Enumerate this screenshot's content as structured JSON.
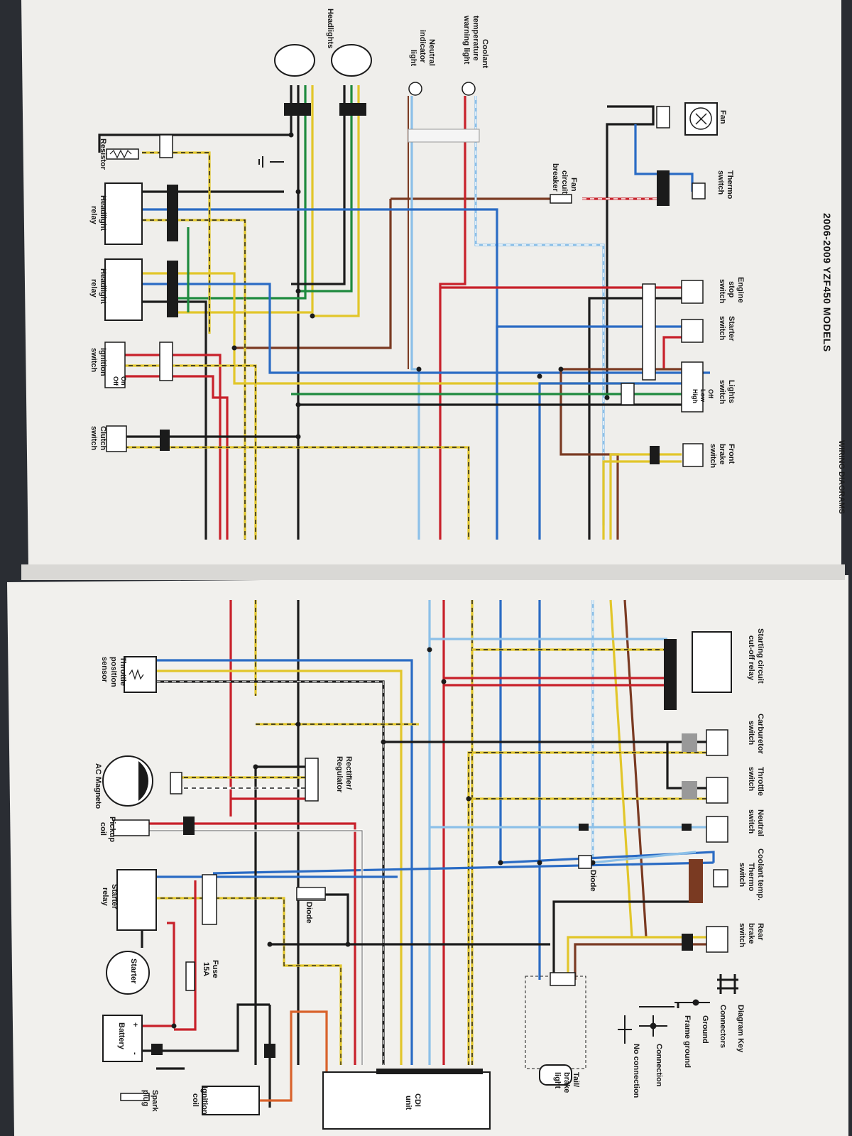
{
  "header": {
    "title": "2006-2009 YZF450 MODELS",
    "chapter_fragment": "WIRING DIAGRAMS"
  },
  "upper_page": {
    "labels": {
      "fan": "Fan",
      "thermo_switch": [
        "Thermo",
        "switch"
      ],
      "fan_breaker": [
        "Fan",
        "circuit",
        "breaker"
      ],
      "coolant_light": [
        "Coolant",
        "temperature",
        "warning light"
      ],
      "neutral_light": [
        "Neutral",
        "indicator",
        "light"
      ],
      "headlights": "Headlights",
      "resistor": "Resistor",
      "headlight_relay": [
        "Headlight",
        "relay"
      ],
      "ignition_switch": [
        "Ignition",
        "switch"
      ],
      "clutch_switch": [
        "Clutch",
        "switch"
      ],
      "engine_stop": [
        "Engine",
        "stop",
        "switch"
      ],
      "starter_switch": [
        "Starter",
        "switch"
      ],
      "lights_switch": [
        "Lights",
        "switch"
      ],
      "front_brake": [
        "Front",
        "brake",
        "switch"
      ]
    },
    "ignition_positions": [
      "On",
      "Off"
    ],
    "lights_positions": [
      "Off",
      "Low",
      "High"
    ]
  },
  "lower_page": {
    "labels": {
      "starting_relay": [
        "Starting circuit",
        "cut-off relay"
      ],
      "carburetor_switch": [
        "Carburetor",
        "switch"
      ],
      "throttle_switch": [
        "Throttle",
        "switch"
      ],
      "neutral_switch": [
        "Neutral",
        "switch"
      ],
      "coolant_thermo": [
        "Coolant temp.",
        "Thermo",
        "switch"
      ],
      "rear_brake": [
        "Rear",
        "brake",
        "switch"
      ],
      "throttle_sensor": [
        "Throttle",
        "position",
        "sensor"
      ],
      "rectifier": [
        "Rectifier/",
        "Regulator"
      ],
      "magneto": "AC Magneto",
      "pickup": [
        "Pickup",
        "coil"
      ],
      "starter_relay": [
        "Starter",
        "relay"
      ],
      "starter": "Starter",
      "fuse": [
        "Fuse",
        "15A"
      ],
      "battery": "Battery",
      "ignition_coil": [
        "Ignition",
        "coil"
      ],
      "spark_plug": [
        "Spark",
        "plug"
      ],
      "cdi": [
        "CDI",
        "unit"
      ],
      "diode": "Diode",
      "tail_light": [
        "Tail/",
        "brake",
        "light"
      ]
    },
    "battery_terminals": [
      "+",
      "-"
    ],
    "key": {
      "title": "Diagram Key",
      "items": [
        "Connectors",
        "Ground",
        "Frame ground",
        "Connection",
        "No connection"
      ]
    }
  },
  "colors": {
    "black": "#1b1b1b",
    "red": "#c8202a",
    "blue": "#2a6bc4",
    "light_blue": "#8cc0e8",
    "yellow": "#e2c62a",
    "green": "#1e8a3e",
    "brown": "#7a3a22",
    "orange": "#d9622b",
    "paper": "#f2f1ee"
  }
}
